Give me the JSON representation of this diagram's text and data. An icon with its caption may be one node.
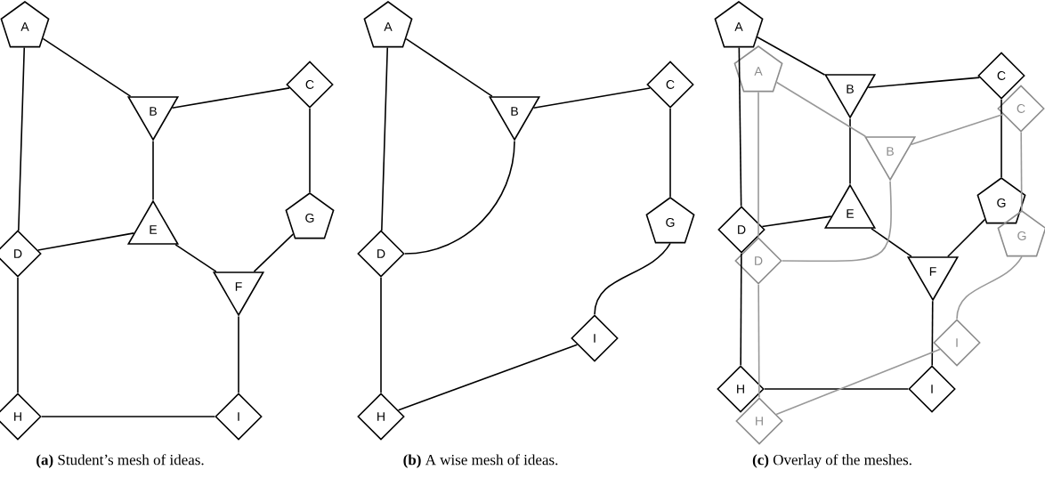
{
  "diagram": {
    "nodes": [
      {
        "text": [
          "A"
        ]
      },
      {
        "text": [
          "B"
        ]
      },
      {
        "text": [
          "C"
        ]
      },
      {
        "text": [
          "D"
        ]
      },
      {
        "text": [
          "E"
        ]
      },
      {
        "text": [
          "G"
        ]
      },
      {
        "text": [
          "F"
        ]
      },
      {
        "text": [
          "H"
        ]
      },
      {
        "text": [
          "I"
        ]
      },
      {
        "text": [
          "A"
        ]
      },
      {
        "text": [
          "B"
        ]
      },
      {
        "text": [
          "C"
        ]
      },
      {
        "text": [
          "D"
        ]
      },
      {
        "text": [
          "G"
        ]
      },
      {
        "text": [
          "I"
        ]
      },
      {
        "text": [
          "H"
        ]
      },
      {
        "text": [
          "A"
        ]
      },
      {
        "text": [
          "B"
        ]
      },
      {
        "text": [
          "C"
        ]
      },
      {
        "text": [
          "D"
        ]
      },
      {
        "text": [
          "E"
        ]
      },
      {
        "text": [
          "G"
        ]
      },
      {
        "text": [
          "F"
        ]
      },
      {
        "text": [
          "H"
        ]
      },
      {
        "text": [
          "I"
        ]
      },
      {
        "text": [
          "A"
        ]
      },
      {
        "text": [
          "B"
        ]
      },
      {
        "text": [
          "C"
        ]
      },
      {
        "text": [
          "D"
        ]
      },
      {
        "text": [
          "G"
        ]
      },
      {
        "text": [
          "I"
        ]
      },
      {
        "text": [
          "H"
        ]
      }
    ],
    "edges": [
      {
        "from": 0,
        "to": 1,
        "arrow": "none"
      },
      {
        "from": 0,
        "to": 3,
        "arrow": "none"
      },
      {
        "from": 1,
        "to": 2,
        "arrow": "none"
      },
      {
        "from": 1,
        "to": 4,
        "arrow": "none"
      },
      {
        "from": 2,
        "to": 5,
        "arrow": "none"
      },
      {
        "from": 3,
        "to": 4,
        "arrow": "none"
      },
      {
        "from": 4,
        "to": 6,
        "arrow": "none"
      },
      {
        "from": 5,
        "to": 6,
        "arrow": "none"
      },
      {
        "from": 3,
        "to": 7,
        "arrow": "none"
      },
      {
        "from": 6,
        "to": 8,
        "arrow": "none"
      },
      {
        "from": 7,
        "to": 8,
        "arrow": "none"
      },
      {
        "from": 9,
        "to": 10,
        "arrow": "none"
      },
      {
        "from": 9,
        "to": 12,
        "arrow": "none"
      },
      {
        "from": 10,
        "to": 11,
        "arrow": "none"
      },
      {
        "from": 10,
        "to": 12,
        "arrow": "none"
      },
      {
        "from": 11,
        "to": 13,
        "arrow": "none"
      },
      {
        "from": 13,
        "to": 14,
        "arrow": "none"
      },
      {
        "from": 12,
        "to": 15,
        "arrow": "none"
      },
      {
        "from": 15,
        "to": 14,
        "arrow": "none"
      },
      {
        "from": 16,
        "to": 17,
        "arrow": "none"
      },
      {
        "from": 16,
        "to": 19,
        "arrow": "none"
      },
      {
        "from": 17,
        "to": 18,
        "arrow": "none"
      },
      {
        "from": 17,
        "to": 20,
        "arrow": "none"
      },
      {
        "from": 18,
        "to": 21,
        "arrow": "none"
      },
      {
        "from": 19,
        "to": 20,
        "arrow": "none"
      },
      {
        "from": 20,
        "to": 22,
        "arrow": "none"
      },
      {
        "from": 21,
        "to": 22,
        "arrow": "none"
      },
      {
        "from": 19,
        "to": 23,
        "arrow": "none"
      },
      {
        "from": 22,
        "to": 24,
        "arrow": "none"
      },
      {
        "from": 23,
        "to": 24,
        "arrow": "none"
      },
      {
        "from": 25,
        "to": 26,
        "arrow": "none",
        "color": "#999999"
      },
      {
        "from": 25,
        "to": 28,
        "arrow": "none",
        "color": "#999999"
      },
      {
        "from": 26,
        "to": 27,
        "arrow": "none",
        "color": "#999999"
      },
      {
        "from": 26,
        "to": 28,
        "arrow": "none",
        "color": "#999999"
      },
      {
        "from": 27,
        "to": 29,
        "arrow": "none",
        "color": "#999999"
      },
      {
        "from": 29,
        "to": 30,
        "arrow": "none",
        "color": "#999999"
      },
      {
        "from": 28,
        "to": 31,
        "arrow": "none",
        "color": "#999999"
      },
      {
        "from": 31,
        "to": 30,
        "arrow": "none",
        "color": "#999999"
      }
    ],
    "labels": [
      "**(a)** Student’s mesh of ideas.",
      "**(b)** A wise mesh of ideas.",
      "**(c)** Overlay of the meshes."
    ]
  }
}
